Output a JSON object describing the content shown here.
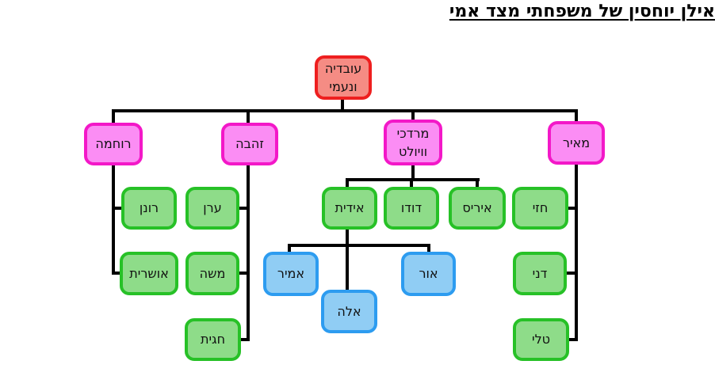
{
  "title": "אילן יוחסין של משפחתי מצד אמי",
  "colors": {
    "line": "#000000",
    "root": {
      "fill": "#f58c84",
      "border": "#ee1f1f"
    },
    "gen2": {
      "fill": "#fb8df4",
      "border": "#f318c8"
    },
    "gen3": {
      "fill": "#8edc89",
      "border": "#27c127"
    },
    "gen4": {
      "fill": "#90cdf4",
      "border": "#2d9cf0"
    }
  },
  "tree": {
    "root": {
      "label": "עובדיה\nונעמי"
    },
    "branches": [
      {
        "label": "רוחמה",
        "children": [
          {
            "label": "רונן"
          },
          {
            "label": "אושרית"
          }
        ]
      },
      {
        "label": "זהבה",
        "children": [
          {
            "label": "ערן"
          },
          {
            "label": "משה"
          },
          {
            "label": "חגית"
          }
        ]
      },
      {
        "label": "מרדכי\nוויולט",
        "children": [
          {
            "label": "אידית",
            "children": [
              {
                "label": "אמיר"
              },
              {
                "label": "אלה"
              },
              {
                "label": "אור"
              }
            ]
          },
          {
            "label": "דודו"
          },
          {
            "label": "איריס"
          }
        ]
      },
      {
        "label": "מאיר",
        "children": [
          {
            "label": "חזי"
          },
          {
            "label": "דני"
          },
          {
            "label": "טלי"
          }
        ]
      }
    ]
  }
}
